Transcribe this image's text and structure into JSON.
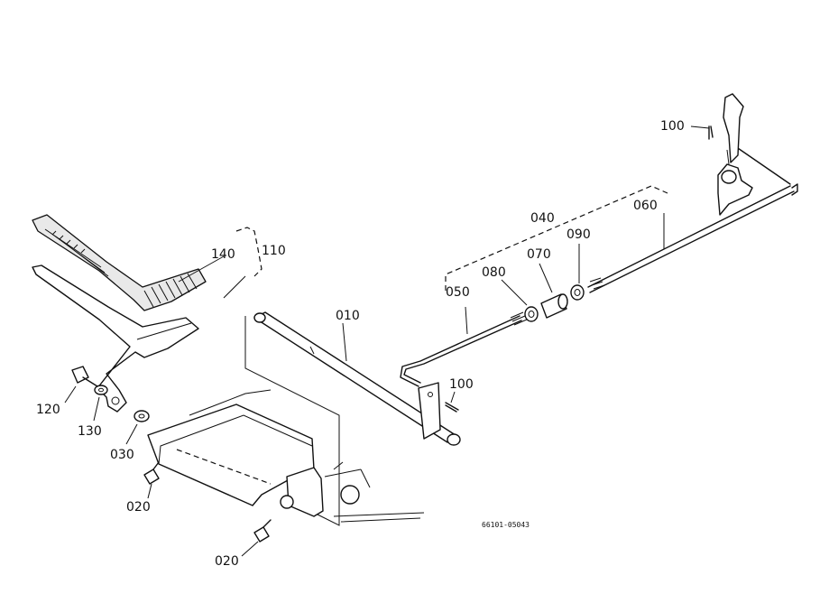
{
  "diagram": {
    "drawing_code": "66101-05043",
    "labels": {
      "p010": "010",
      "p020_upper": "020",
      "p020_lower": "020",
      "p030": "030",
      "p040": "040",
      "p050": "050",
      "p060": "060",
      "p070": "070",
      "p080": "080",
      "p090": "090",
      "p100_top": "100",
      "p100_mid": "100",
      "p110": "110",
      "p120": "120",
      "p130": "130",
      "p140": "140"
    }
  }
}
